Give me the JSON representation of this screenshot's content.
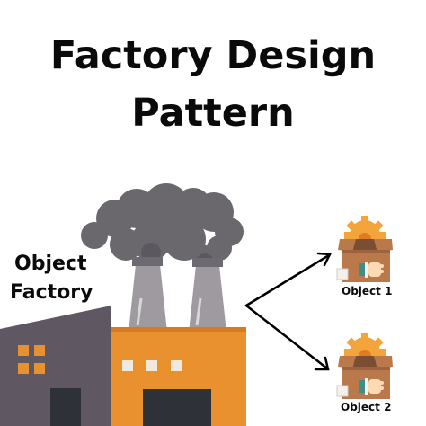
{
  "title": {
    "line1": "Factory Design",
    "line2": "Pattern"
  },
  "factory": {
    "label_line1": "Object",
    "label_line2": "Factory",
    "building_color": "#E9902F",
    "side_wall_color": "#5F5862",
    "chimney_color": "#9E9AA0",
    "smoke_color": "#6B686D",
    "window_color": "#F2E9DC",
    "door_color": "#2F3138"
  },
  "products": [
    {
      "label": "Object 1",
      "icon": "gear-box-hand-icon"
    },
    {
      "label": "Object 2",
      "icon": "gear-box-hand-icon"
    }
  ],
  "colors": {
    "box": "#B9794A",
    "box_dark": "#7A4E33",
    "gear": "#F3A43A",
    "gear_dark": "#E07B22",
    "hand": "#FFD9B3",
    "sleeve": "#3C8E8A",
    "cuff": "#F4F1ED",
    "arrow": "#000000"
  }
}
